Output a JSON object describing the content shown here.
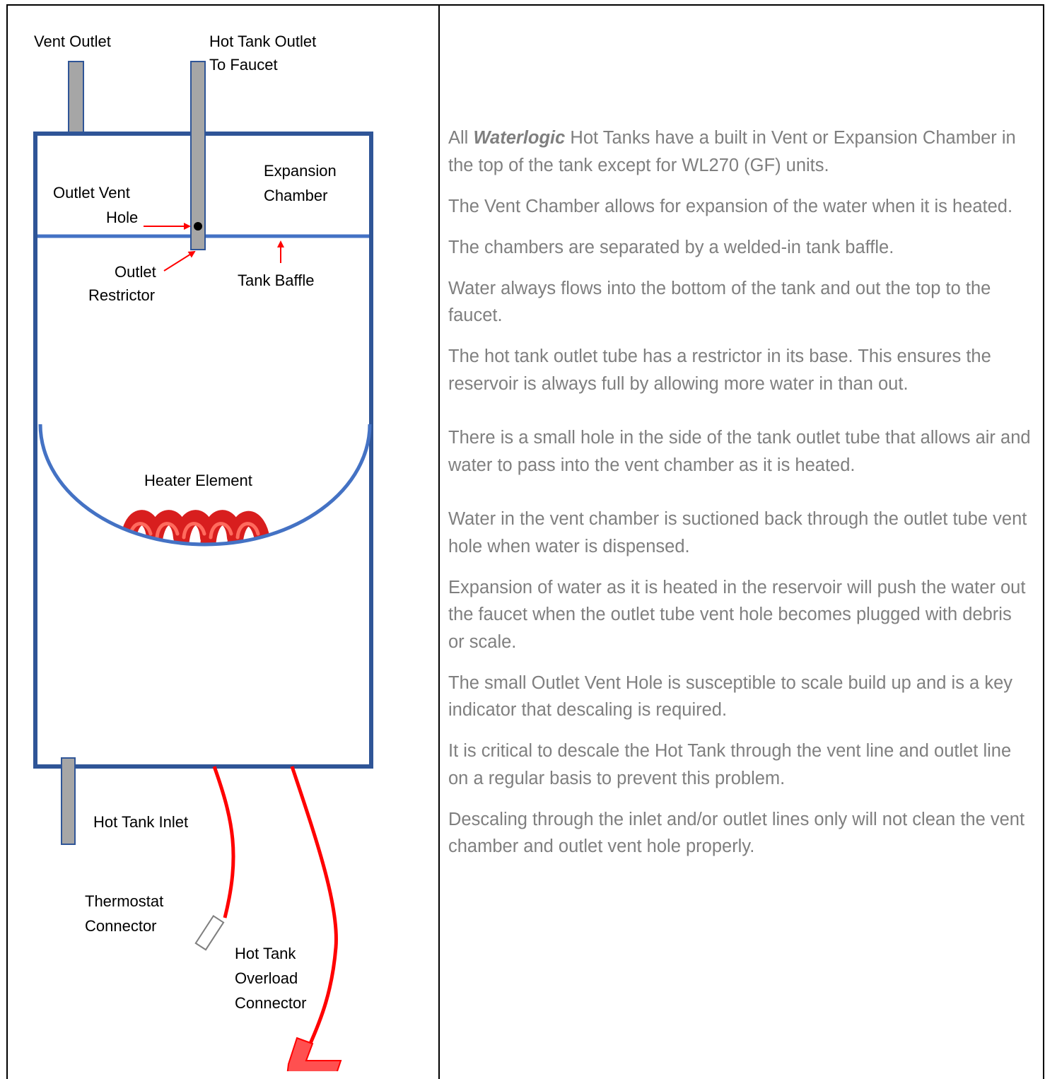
{
  "diagram": {
    "labels": {
      "vent_outlet": "Vent Outlet",
      "hot_tank_outlet_line1": "Hot Tank Outlet",
      "hot_tank_outlet_line2": "To Faucet",
      "expansion_line1": "Expansion",
      "expansion_line2": "Chamber",
      "outlet_vent_line1": "Outlet Vent",
      "outlet_vent_line2": "Hole",
      "outlet_restrictor_line1": "Outlet",
      "outlet_restrictor_line2": "Restrictor",
      "tank_baffle": "Tank Baffle",
      "heater_element": "Heater Element",
      "hot_tank_inlet": "Hot Tank Inlet",
      "thermostat_line1": "Thermostat",
      "thermostat_line2": "Connector",
      "overload_line1": "Hot Tank",
      "overload_line2": "Overload",
      "overload_line3": "Connector"
    },
    "colors": {
      "tank_border": "#2f5597",
      "baffle": "#4472c4",
      "tube_fill": "#a6a6a6",
      "tube_border": "#2f5597",
      "wire": "#ff0000",
      "arrow": "#ff0000",
      "coil": "#e02020"
    }
  },
  "text_panel": {
    "p1_before": "All ",
    "p1_brand": "Waterlogic",
    "p1_after": " Hot Tanks have a built in Vent or Expansion Chamber in the top of the tank except for WL270 (GF) units.",
    "p2": "The Vent Chamber allows for expansion of the water when it is heated.",
    "p3": "The chambers are separated by a welded-in tank baffle.",
    "p4": "Water always flows into the bottom of the tank and out the top to the faucet.",
    "p5": "The hot tank outlet tube has a restrictor in its base.  This ensures the reservoir is always full by allowing more water in than out.",
    "p6": "There is a small hole in the side of the tank outlet tube that allows air and water to pass into the vent chamber as it is heated.",
    "p7": "Water in the vent chamber is suctioned back through the outlet tube vent hole when water is dispensed.",
    "p8": "Expansion of water as it is heated in the reservoir will push the water out the faucet when the outlet tube vent hole becomes plugged with debris or scale.",
    "p9": "The small Outlet Vent Hole is susceptible to scale build up and is a key indicator that descaling is required.",
    "p10": "It is critical to descale the Hot Tank through the vent line and outlet line on a regular basis to prevent this problem.",
    "p11": "Descaling through the inlet and/or outlet lines only will not clean the vent chamber and outlet vent hole properly."
  }
}
